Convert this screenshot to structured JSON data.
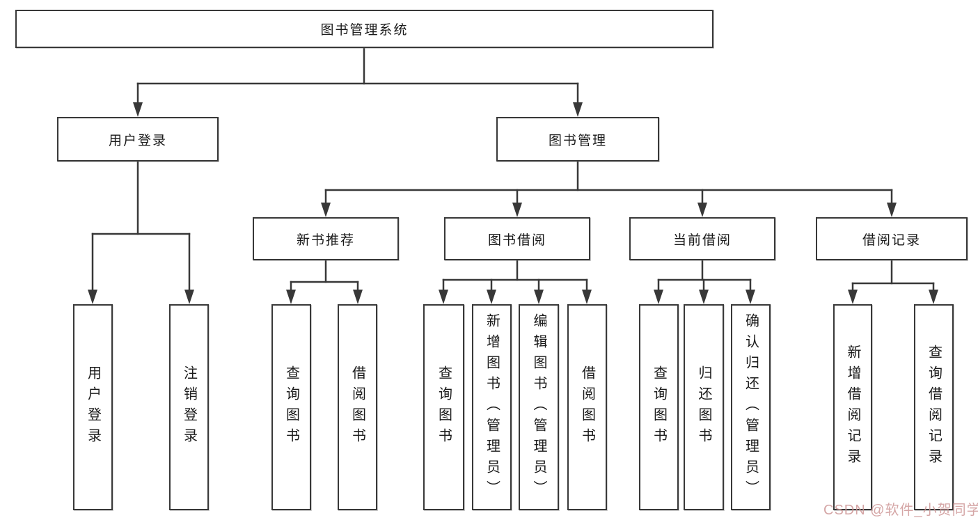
{
  "diagram_title": "图书管理系统",
  "nodes": {
    "root": "图书管理系统",
    "user_login": "用户登录",
    "book_mgmt": "图书管理",
    "new_book_rec": "新书推荐",
    "book_borrow": "图书借阅",
    "current_borrow": "当前借阅",
    "borrow_records": "借阅记录",
    "leaf_user_login": "用户登录",
    "leaf_logout": "注销登录",
    "rec_query_books": "查询图书",
    "rec_borrow_books": "借阅图书",
    "bb_query_books": "查询图书",
    "bb_add_books_admin": "新增图书（管理员）",
    "bb_edit_books_admin": "编辑图书（管理员）",
    "bb_borrow_books": "借阅图书",
    "cb_query_books": "查询图书",
    "cb_return_books": "归还图书",
    "cb_confirm_return_admin": "确认归还（管理员）",
    "br_add_record": "新增借阅记录",
    "br_query_record": "查询借阅记录"
  },
  "watermark": "CSDN @软件_小贺同学",
  "colors": {
    "line": "#383838",
    "box_border": "#383838",
    "text": "#1a1a1a",
    "watermark": "#ce9696",
    "background": "#ffffff"
  }
}
